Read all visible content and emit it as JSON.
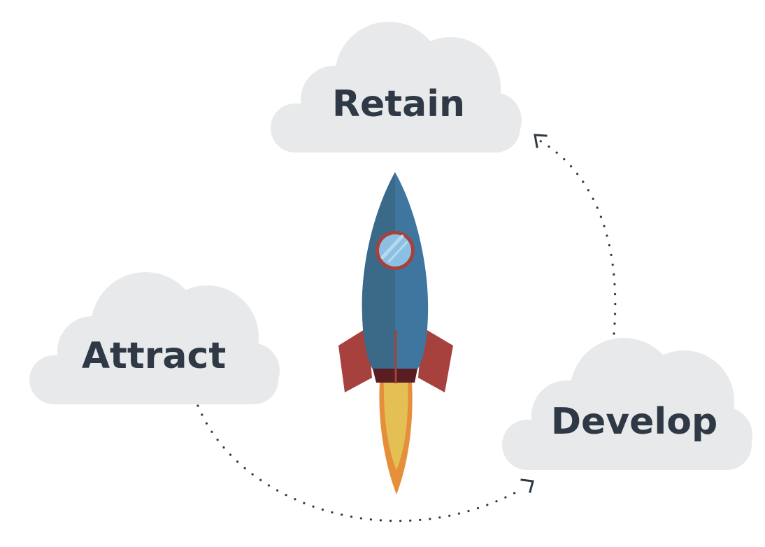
{
  "clouds": {
    "retain": "Retain",
    "attract": "Attract",
    "develop": "Develop"
  },
  "colors": {
    "cloud": "#e8e9ea",
    "text": "#2f3945",
    "rocket_body": "#3f76a0",
    "rocket_shade": "#3a6a87",
    "fins": "#a7413d",
    "flame_outer": "#e58f3a",
    "flame_inner": "#e4bf53",
    "window": "#8cc0e3"
  },
  "icons": [
    "rocket-icon",
    "arrowhead-icon"
  ]
}
